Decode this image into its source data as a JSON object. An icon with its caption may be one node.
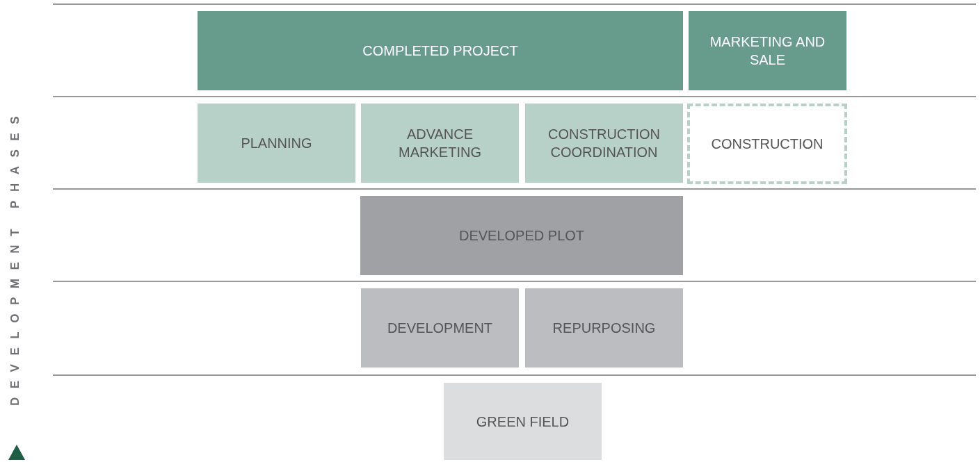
{
  "diagram": {
    "nodes": [
      {
        "text": [
          "COMPLETED PROJECT"
        ]
      },
      {
        "text": [
          "MARKETING AND SALE"
        ]
      },
      {
        "text": [
          "PLANNING"
        ]
      },
      {
        "text": [
          "ADVANCE MARKETING"
        ]
      },
      {
        "text": [
          "CONSTRUCTION COORDINATION"
        ]
      },
      {
        "text": [
          "CONSTRUCTION"
        ]
      },
      {
        "text": [
          "DEVELOPED PLOT"
        ]
      },
      {
        "text": [
          "DEVELOPMENT"
        ]
      },
      {
        "text": [
          "REPURPOSING"
        ]
      },
      {
        "text": [
          "GREEN FIELD"
        ]
      }
    ],
    "labels": [
      "DEVELOPMENT PHASES"
    ]
  }
}
